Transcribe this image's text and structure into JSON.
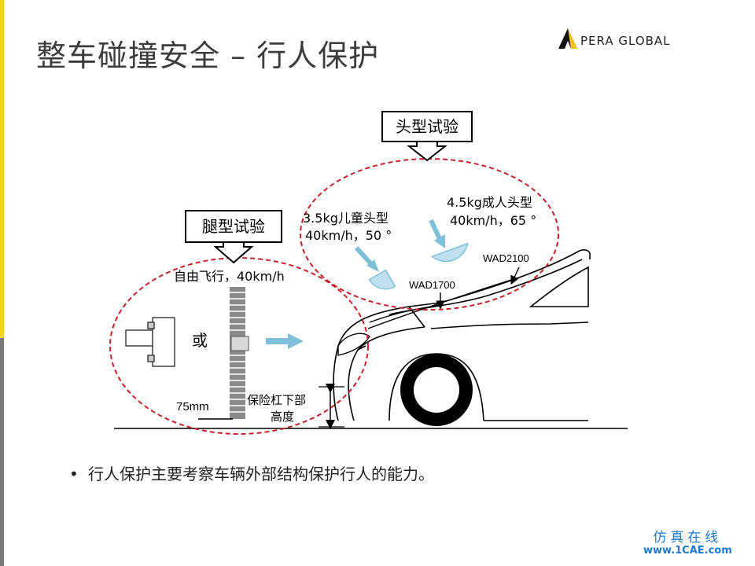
{
  "slide": {
    "title": "整车碰撞安全 – 行人保护",
    "logo_text": "PERA GLOBAL",
    "bullet": "行人保护主要考察车辆外部结构保护行人的能力。",
    "watermark_cn": "仿真在线",
    "watermark_url": "www.1CAE.com"
  },
  "diagram": {
    "leg_test_label": "腿型试验",
    "head_test_label": "头型试验",
    "child_head_line1": "3.5kg儿童头型",
    "child_head_line2": "40km/h，50 °",
    "adult_head_line1": "4.5kg成人头型",
    "adult_head_line2": "40km/h，65 °",
    "free_flight": "自由飞行，40km/h",
    "or_label": "或",
    "gap_75mm": "75mm",
    "bumper_line1": "保险杠下部",
    "bumper_line2": "高度",
    "wad1700": "WAD1700",
    "wad2100": "WAD2100"
  },
  "colors": {
    "accent_yellow": "#f2d21c",
    "accent_gray": "#7a7a7a",
    "ellipse_red": "#c8202a",
    "impactor_blue": "#7fbfd9",
    "watermark_blue": "#1e7ac8"
  }
}
